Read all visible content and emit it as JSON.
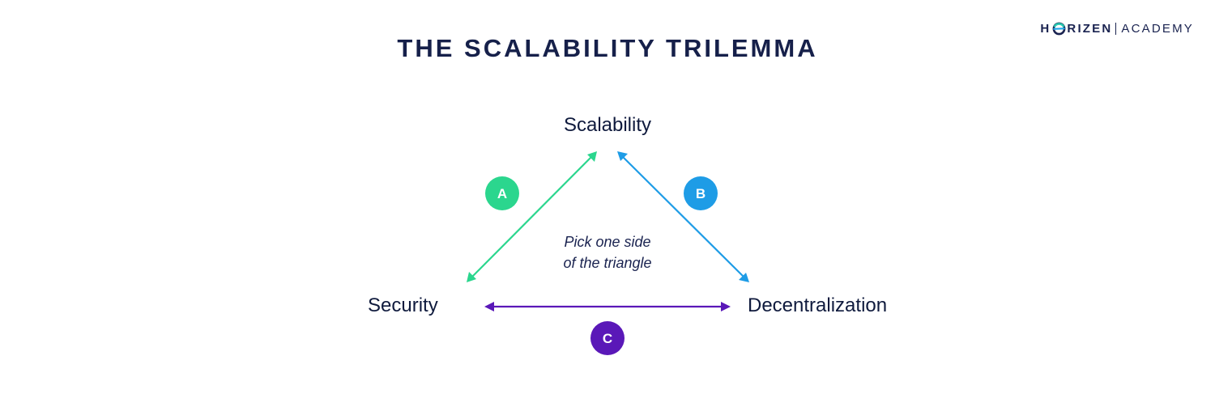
{
  "title": "THE SCALABILITY TRILEMMA",
  "brand": {
    "name_before_mark": "H",
    "name_after_mark": "RIZEN",
    "product": "ACADEMY",
    "logo_icon": "horizen-o-logo-icon",
    "colors": {
      "teal": "#29c9b1",
      "blue": "#1da6e9",
      "navy": "#1a2350"
    }
  },
  "nodes": {
    "top": "Scalability",
    "left": "Security",
    "right": "Decentralization"
  },
  "center_note": {
    "line1": "Pick one side",
    "line2": "of the triangle"
  },
  "sides": [
    {
      "id": "A",
      "color": "#2bd68e",
      "connects": [
        "Security",
        "Scalability"
      ]
    },
    {
      "id": "B",
      "color": "#1e9ce6",
      "connects": [
        "Scalability",
        "Decentralization"
      ]
    },
    {
      "id": "C",
      "color": "#5a18b8",
      "connects": [
        "Security",
        "Decentralization"
      ]
    }
  ]
}
